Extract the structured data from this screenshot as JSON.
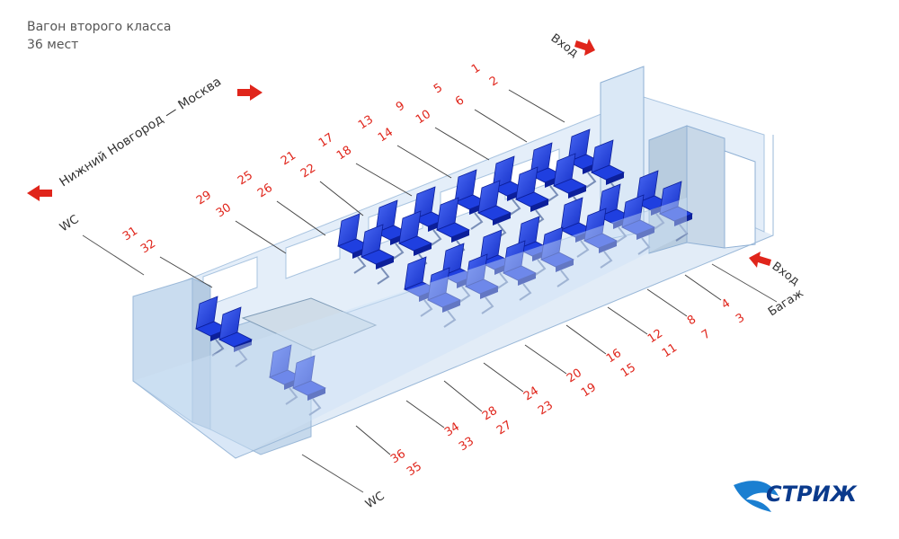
{
  "title": {
    "line1": "Вагон второго класса",
    "line2": "36 мест"
  },
  "route": "Нижний Новгород — Москва",
  "entrance_top": "Вход",
  "entrance_right": "Вход",
  "baggage": "Багаж",
  "wc_left": "WC",
  "wc_bottom": "WC",
  "brand": "СТРИЖ",
  "colors": {
    "seat": "#1f3fe0",
    "seat_dark": "#0c1f9a",
    "accent": "#e0251b",
    "glass": "#cfe3f7",
    "brand": "#0a3a8c"
  },
  "seats_top": [
    {
      "a": "1",
      "b": "2"
    },
    {
      "a": "5",
      "b": "6"
    },
    {
      "a": "9",
      "b": "10"
    },
    {
      "a": "13",
      "b": "14"
    },
    {
      "a": "17",
      "b": "18"
    },
    {
      "a": "21",
      "b": "22"
    },
    {
      "a": "25",
      "b": "26"
    },
    {
      "a": "29",
      "b": "30"
    },
    {
      "a": "31",
      "b": "32"
    }
  ],
  "seats_bottom": [
    {
      "a": "3",
      "b": "4"
    },
    {
      "a": "7",
      "b": "8"
    },
    {
      "a": "11",
      "b": "12"
    },
    {
      "a": "15",
      "b": "16"
    },
    {
      "a": "19",
      "b": "20"
    },
    {
      "a": "23",
      "b": "24"
    },
    {
      "a": "27",
      "b": "28"
    },
    {
      "a": "33",
      "b": "34"
    },
    {
      "a": "35",
      "b": "36"
    }
  ]
}
